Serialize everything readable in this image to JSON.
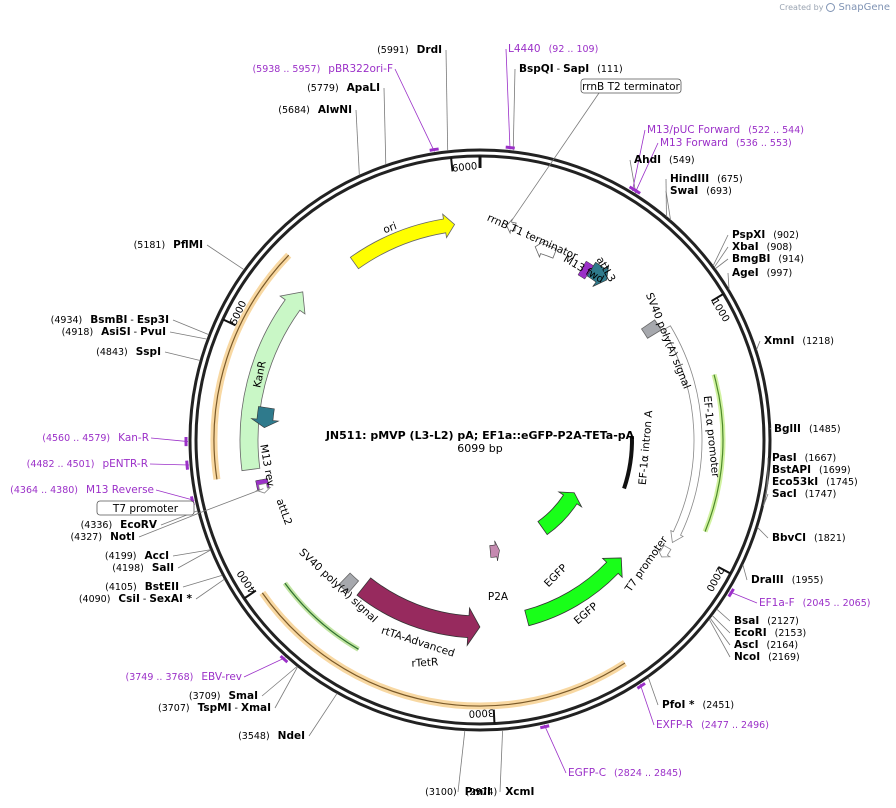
{
  "app": {
    "brand_created_by": "Created by",
    "brand_name": "SnapGene"
  },
  "map": {
    "title": "JN511: pMVP (L3-L2)  pA; EF1a::eGFP-P2A-TETa-pA",
    "size_label": "6099 bp",
    "total_bp": 6099
  },
  "ticks": [
    {
      "bp": 1000,
      "label": "1000"
    },
    {
      "bp": 2000,
      "label": "2000"
    },
    {
      "bp": 3000,
      "label": "3000"
    },
    {
      "bp": 4000,
      "label": "4000"
    },
    {
      "bp": 5000,
      "label": "5000"
    },
    {
      "bp": 6000,
      "label": "6000"
    }
  ],
  "sites": [
    {
      "name": "DrdI",
      "pos": "(5991)"
    },
    {
      "name": "BspQI",
      "pos": "(111)",
      "name2": "SapI"
    },
    {
      "name": "ApaLI",
      "pos": "(5779)"
    },
    {
      "name": "AlwNI",
      "pos": "(5684)"
    },
    {
      "name": "AhdI",
      "pos": "(549)"
    },
    {
      "name": "HindIII",
      "pos": "(675)"
    },
    {
      "name": "SwaI",
      "pos": "(693)"
    },
    {
      "name": "PspXI",
      "pos": "(902)"
    },
    {
      "name": "XbaI",
      "pos": "(908)"
    },
    {
      "name": "BmgBI",
      "pos": "(914)"
    },
    {
      "name": "AgeI",
      "pos": "(997)"
    },
    {
      "name": "XmnI",
      "pos": "(1218)"
    },
    {
      "name": "BglII",
      "pos": "(1485)"
    },
    {
      "name": "PasI",
      "pos": "(1667)"
    },
    {
      "name": "BstAPI",
      "pos": "(1699)"
    },
    {
      "name": "Eco53kI",
      "pos": "(1745)"
    },
    {
      "name": "SacI",
      "pos": "(1747)"
    },
    {
      "name": "BbvCI",
      "pos": "(1821)"
    },
    {
      "name": "DraIII",
      "pos": "(1955)"
    },
    {
      "name": "BsaI",
      "pos": "(2127)"
    },
    {
      "name": "EcoRI",
      "pos": "(2153)"
    },
    {
      "name": "AscI",
      "pos": "(2164)"
    },
    {
      "name": "NcoI",
      "pos": "(2169)"
    },
    {
      "name": "PfoI *",
      "pos": "(2451)"
    },
    {
      "name": "XcmI",
      "pos": "(2974)"
    },
    {
      "name": "PmlI",
      "pos": "(3100)"
    },
    {
      "name": "NdeI",
      "pos": "(3548)"
    },
    {
      "name": "SmaI",
      "pos": "(3709)"
    },
    {
      "name": "TspMI",
      "pos": "(3707)",
      "name2": "XmaI"
    },
    {
      "name": "CsiI",
      "pos": "(4090)",
      "name2": "SexAI *"
    },
    {
      "name": "BstEII",
      "pos": "(4105)"
    },
    {
      "name": "SalI",
      "pos": "(4198)"
    },
    {
      "name": "AccI",
      "pos": "(4199)"
    },
    {
      "name": "NotI",
      "pos": "(4327)"
    },
    {
      "name": "EcoRV",
      "pos": "(4336)"
    },
    {
      "name": "SspI",
      "pos": "(4843)"
    },
    {
      "name": "AsiSI",
      "pos": "(4918)",
      "name2": "PvuI"
    },
    {
      "name": "BsmBI",
      "pos": "(4934)",
      "name2": "Esp3I"
    },
    {
      "name": "PflMI",
      "pos": "(5181)"
    }
  ],
  "primers": [
    {
      "name": "L4440",
      "pos": "(92 .. 109)"
    },
    {
      "name": "pBR322ori-F",
      "pos": "(5938 .. 5957)"
    },
    {
      "name": "M13/pUC Forward",
      "pos": "(522 .. 544)"
    },
    {
      "name": "M13 Forward",
      "pos": "(536 .. 553)"
    },
    {
      "name": "EF1a-F",
      "pos": "(2045 .. 2065)"
    },
    {
      "name": "EXFP-R",
      "pos": "(2477 .. 2496)"
    },
    {
      "name": "EGFP-C",
      "pos": "(2824 .. 2845)"
    },
    {
      "name": "EBV-rev",
      "pos": "(3749 .. 3768)"
    },
    {
      "name": "M13 Reverse",
      "pos": "(4364 .. 4380)"
    },
    {
      "name": "pENTR-R",
      "pos": "(4482 .. 4501)"
    },
    {
      "name": "Kan-R",
      "pos": "(4560 .. 4579)"
    }
  ],
  "boxed_labels": {
    "rrnb_t2": "rrnB T2 terminator",
    "t7_promoter": "T7 promoter"
  },
  "features": {
    "ori": "ori",
    "kanr": "KanR",
    "rrnb_t1": "rrnB T1 terminator",
    "m13_fwd": "M13 fwd",
    "attl3": "attL3",
    "sv40_pa_1": "SV40 poly(A) signal",
    "ef1a_promoter": "EF-1α promoter",
    "ef1a_intron": "EF-1α intron A",
    "t7_promoter_inner": "T7 promoter",
    "egfp_1": "EGFP",
    "egfp_2": "EGFP",
    "p2a": "P2A",
    "rtta": "rtTA-Advanced",
    "rtetr": "rTetR",
    "sv40_pa_2": "SV40 poly(A) signal",
    "m13_rev": "M13 rev",
    "attl2": "attL2"
  },
  "colors": {
    "ori": "#ffff00",
    "kanr": "#c9f7c6",
    "egfp": "#19ff19",
    "rtetr": "#972a5e",
    "att": "#2f7a8c",
    "primer": "#9b30c8",
    "sv40": "#a6a8ad",
    "orf_glow": "#f5c77a"
  }
}
